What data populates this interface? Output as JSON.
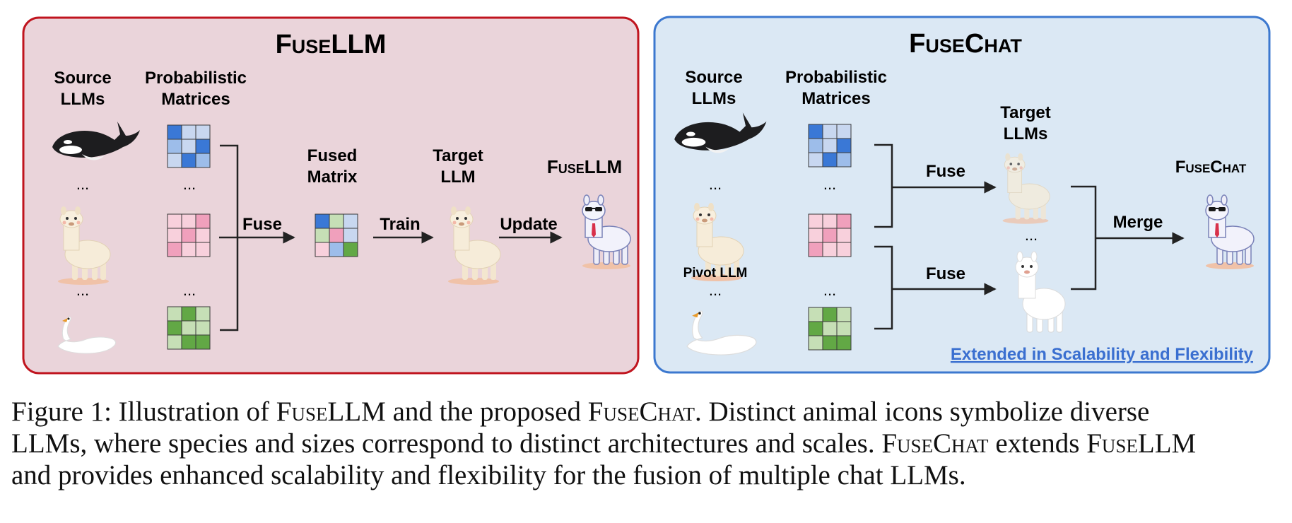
{
  "colors": {
    "left_panel_fill": "#ead4da",
    "left_panel_border": "#c0141e",
    "right_panel_fill": "#dbe8f4",
    "right_panel_border": "#3c78cf",
    "link": "#3a6fd0",
    "blue_dark": "#3a78d6",
    "blue_mid": "#9dbdea",
    "blue_light": "#c8d7f0",
    "pink_dark": "#f0a0bc",
    "pink_light": "#f8d0dc",
    "green_dark": "#62a845",
    "green_light": "#c6dfb6"
  },
  "fusellm": {
    "title": "FuseLLM",
    "source_label": [
      "Source",
      "LLMs"
    ],
    "prob_label": [
      "Probabilistic",
      "Matrices"
    ],
    "fused_label": [
      "Fused",
      "Matrix"
    ],
    "target_label": [
      "Target",
      "LLM"
    ],
    "result_label": "FuseLLM",
    "fuse": "Fuse",
    "train": "Train",
    "update": "Update",
    "ellipsis": "..."
  },
  "fusechat": {
    "title": "FuseChat",
    "source_label": [
      "Source",
      "LLMs"
    ],
    "prob_label": [
      "Probabilistic",
      "Matrices"
    ],
    "target_label": [
      "Target",
      "LLMs"
    ],
    "result_label": "FuseChat",
    "fuse_top": "Fuse",
    "fuse_bottom": "Fuse",
    "merge": "Merge",
    "pivot": "Pivot LLM",
    "ellipsis": "...",
    "link_text": "Extended in Scalability and Flexibility"
  },
  "icons": [
    "orca-icon",
    "alpaca-icon",
    "swan-icon",
    "cool-llama-icon",
    "white-alpaca-icon"
  ],
  "caption": {
    "line1_prefix": "Figure 1: Illustration of ",
    "fusellm": "FuseLLM",
    "line1_mid": " and the proposed ",
    "fusechat": "FuseChat",
    "line1_suffix": ". Distinct animal icons symbolize diverse",
    "line2_prefix": "LLMs, where species and sizes correspond to distinct architectures and scales. ",
    "line2_mid": " extends ",
    "line3": "and provides enhanced scalability and flexibility for the fusion of multiple chat LLMs."
  }
}
